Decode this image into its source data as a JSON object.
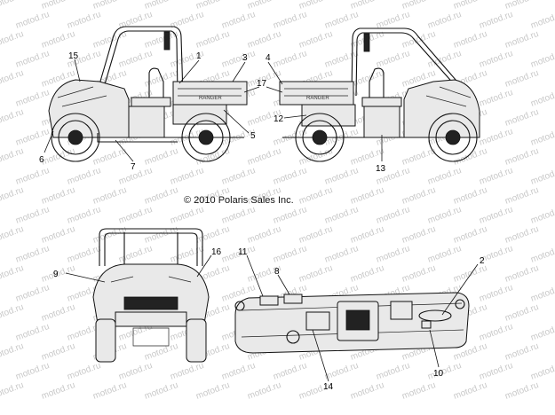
{
  "copyright": "© 2010 Polaris Sales Inc.",
  "watermark_text": "motod.ru",
  "brand_on_bed": "RANGER",
  "callouts": {
    "c1": "1",
    "c2": "2",
    "c3": "3",
    "c4": "4",
    "c5": "5",
    "c6": "6",
    "c7": "7",
    "c8": "8",
    "c9": "9",
    "c10": "10",
    "c11": "11",
    "c12": "12",
    "c13": "13",
    "c14": "14",
    "c15": "15",
    "c16": "16",
    "c17": "17"
  },
  "colors": {
    "line": "#111111",
    "watermark": "#c9c9c9",
    "background": "#ffffff"
  }
}
